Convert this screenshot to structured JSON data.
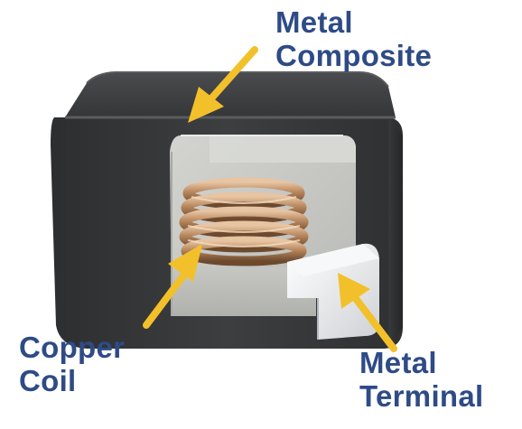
{
  "labels": {
    "metal_composite": {
      "line1": "Metal",
      "line2": "Composite"
    },
    "copper_coil": {
      "line1": "Copper",
      "line2": "Coil"
    },
    "metal_terminal": {
      "line1": "Metal",
      "line2": "Terminal"
    }
  },
  "colors": {
    "label_text": "#2e4b86",
    "arrow": "#f2c02a",
    "composite_body": "#3a3b3d",
    "cutaway_interior": "#c9cac6",
    "copper": "#b7865c",
    "terminal": "#eceef0"
  }
}
